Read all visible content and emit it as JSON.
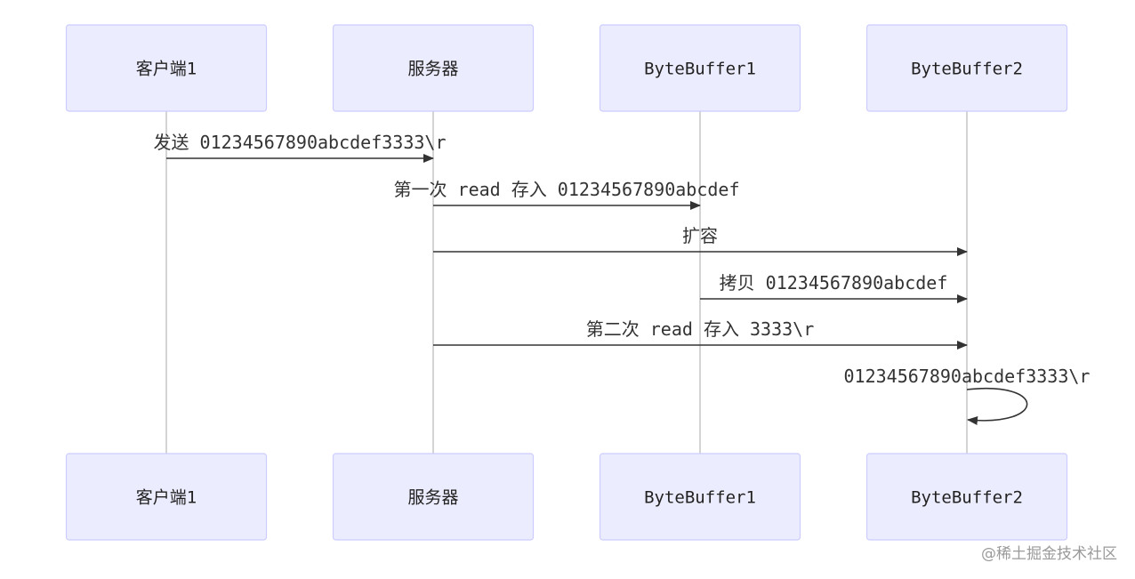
{
  "participants": [
    {
      "id": "client1",
      "label": "客户端1"
    },
    {
      "id": "server",
      "label": "服务器"
    },
    {
      "id": "bytebuffer1",
      "label": "ByteBuffer1"
    },
    {
      "id": "bytebuffer2",
      "label": "ByteBuffer2"
    }
  ],
  "messages": [
    {
      "from": "client1",
      "to": "server",
      "label": "发送 01234567890abcdef3333\\r"
    },
    {
      "from": "server",
      "to": "bytebuffer1",
      "label": "第一次 read 存入 01234567890abcdef"
    },
    {
      "from": "server",
      "to": "bytebuffer2",
      "label": "扩容"
    },
    {
      "from": "bytebuffer1",
      "to": "bytebuffer2",
      "label": "拷贝 01234567890abcdef"
    },
    {
      "from": "server",
      "to": "bytebuffer2",
      "label": "第二次 read 存入 3333\\r"
    },
    {
      "from": "bytebuffer2",
      "to": "bytebuffer2",
      "label": "01234567890abcdef3333\\r"
    }
  ],
  "watermark": "@稀土掘金技术社区"
}
